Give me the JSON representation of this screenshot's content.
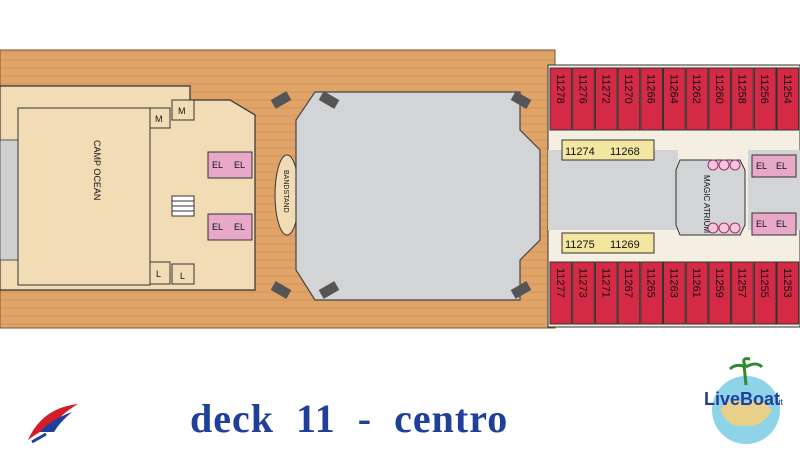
{
  "title": {
    "deck_word": "deck",
    "deck_number": "11",
    "separator": "-",
    "section": "centro"
  },
  "areas": {
    "camp_ocean": "CAMP OCEAN",
    "bandstand": "BANDSTAND",
    "magic_atrium": "MAGIC ATRIUM"
  },
  "restrooms": {
    "men": "M",
    "ladies": "L"
  },
  "elevator": "EL",
  "cabins": {
    "top_row": [
      "11278",
      "11276",
      "11272",
      "11270",
      "11266",
      "11264",
      "11262",
      "11260",
      "11258",
      "11256",
      "11254"
    ],
    "bottom_row": [
      "11277",
      "11273",
      "11271",
      "11267",
      "11265",
      "11263",
      "11261",
      "11259",
      "11257",
      "11255",
      "11253"
    ],
    "inner_top": [
      "11274",
      "11268"
    ],
    "inner_bottom": [
      "11275",
      "11269"
    ]
  },
  "logos": {
    "liveboat_text": "LiveBoat",
    "liveboat_suffix": ".it"
  },
  "colors": {
    "deck_wood": "#e0a468",
    "interior": "#f2dcb6",
    "pool": "#d2d4d6",
    "cabin": "#d42a46",
    "corridor": "#f4efe2",
    "title": "#1f3f9a"
  }
}
